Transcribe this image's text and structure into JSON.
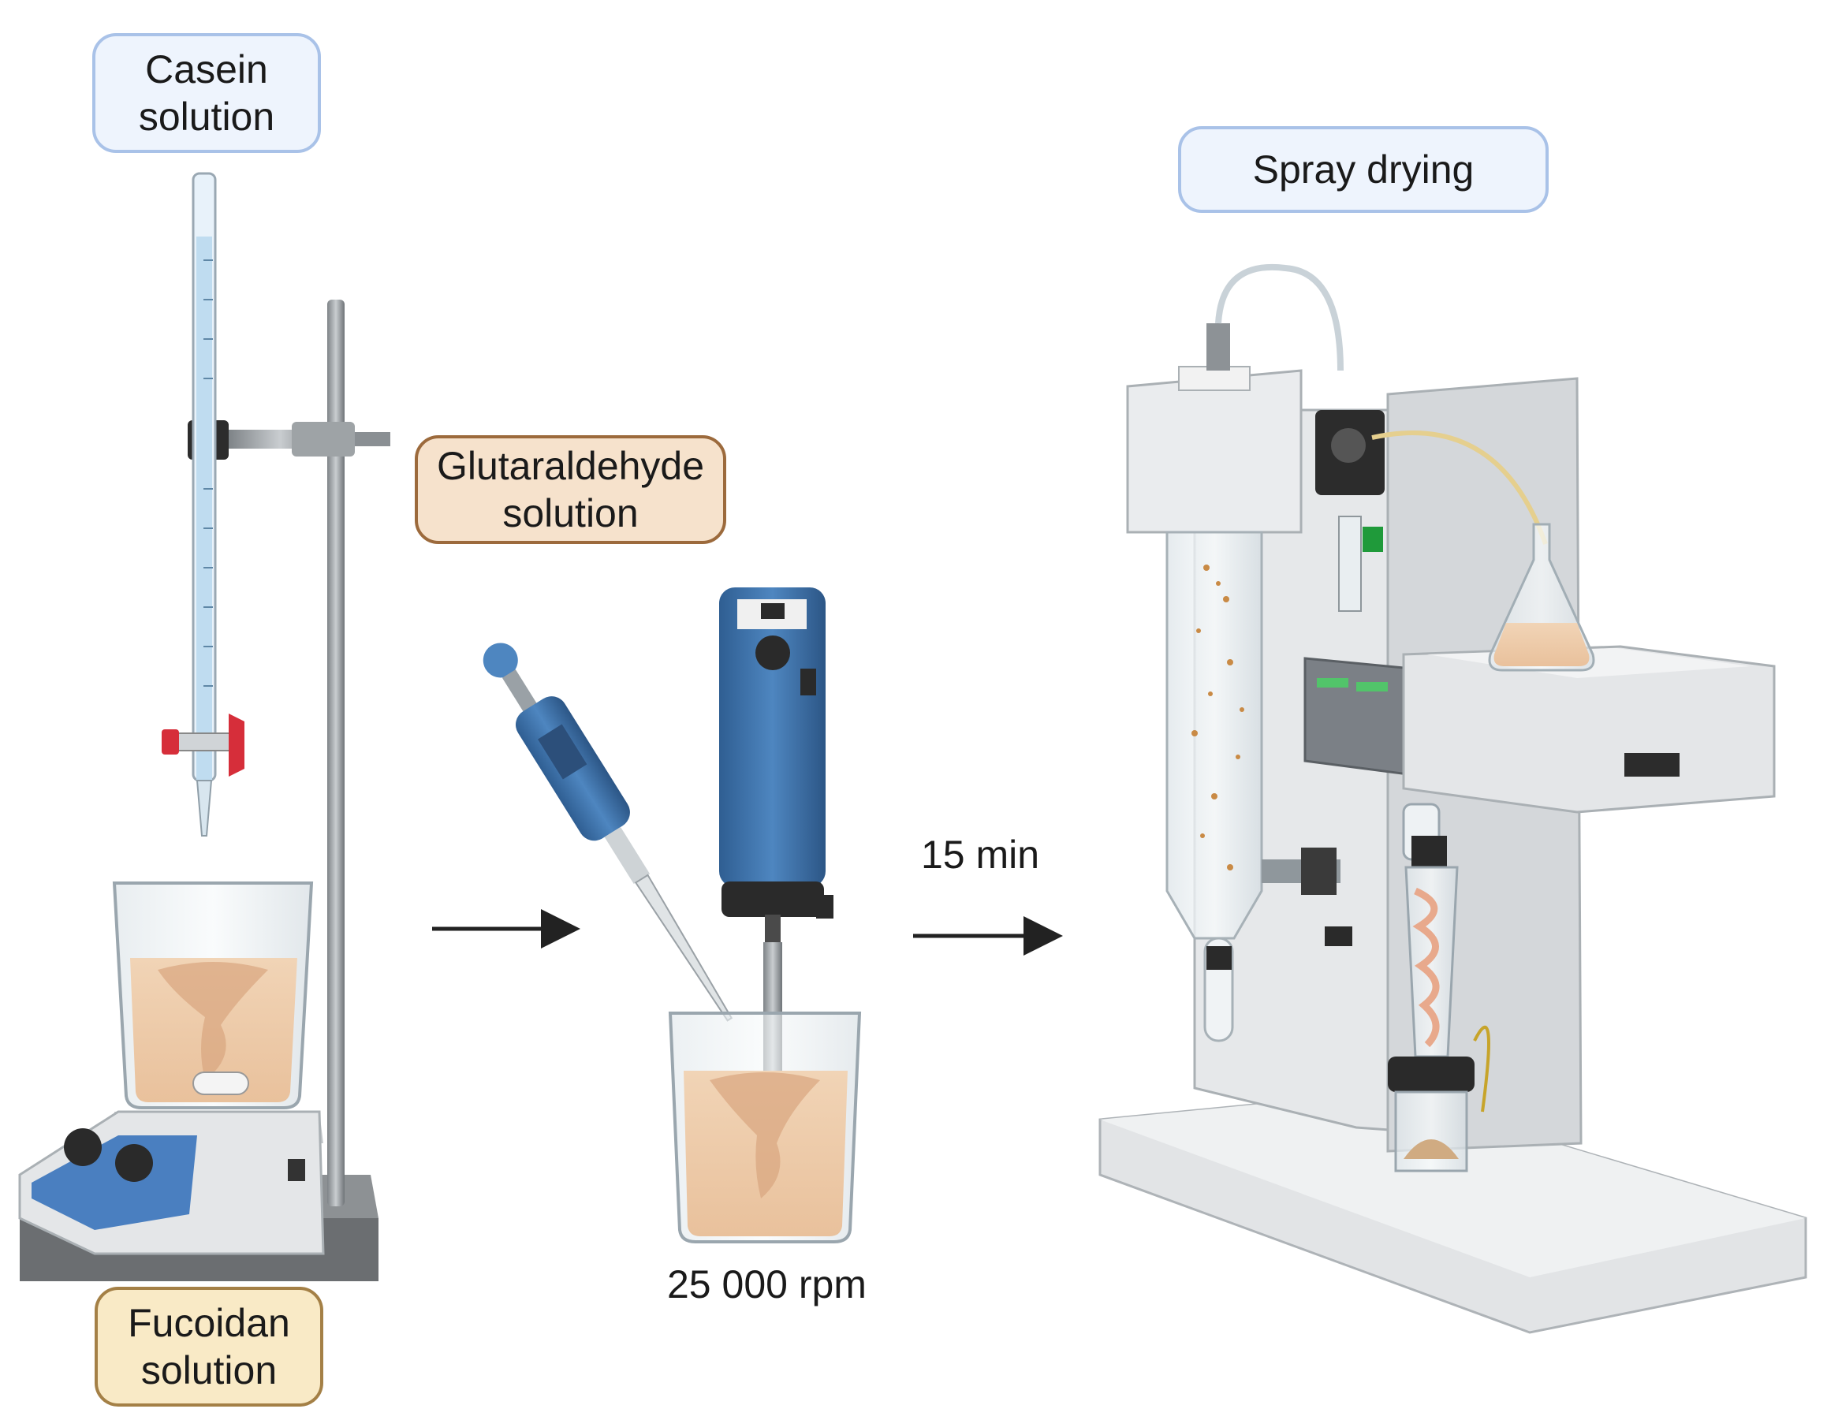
{
  "labels": {
    "casein": "Casein\nsolution",
    "glutaraldehyde": "Glutaraldehyde\nsolution",
    "fucoidan": "Fucoidan\nsolution",
    "spray_drying": "Spray drying",
    "time": "15 min",
    "speed": "25 000 rpm"
  }
}
